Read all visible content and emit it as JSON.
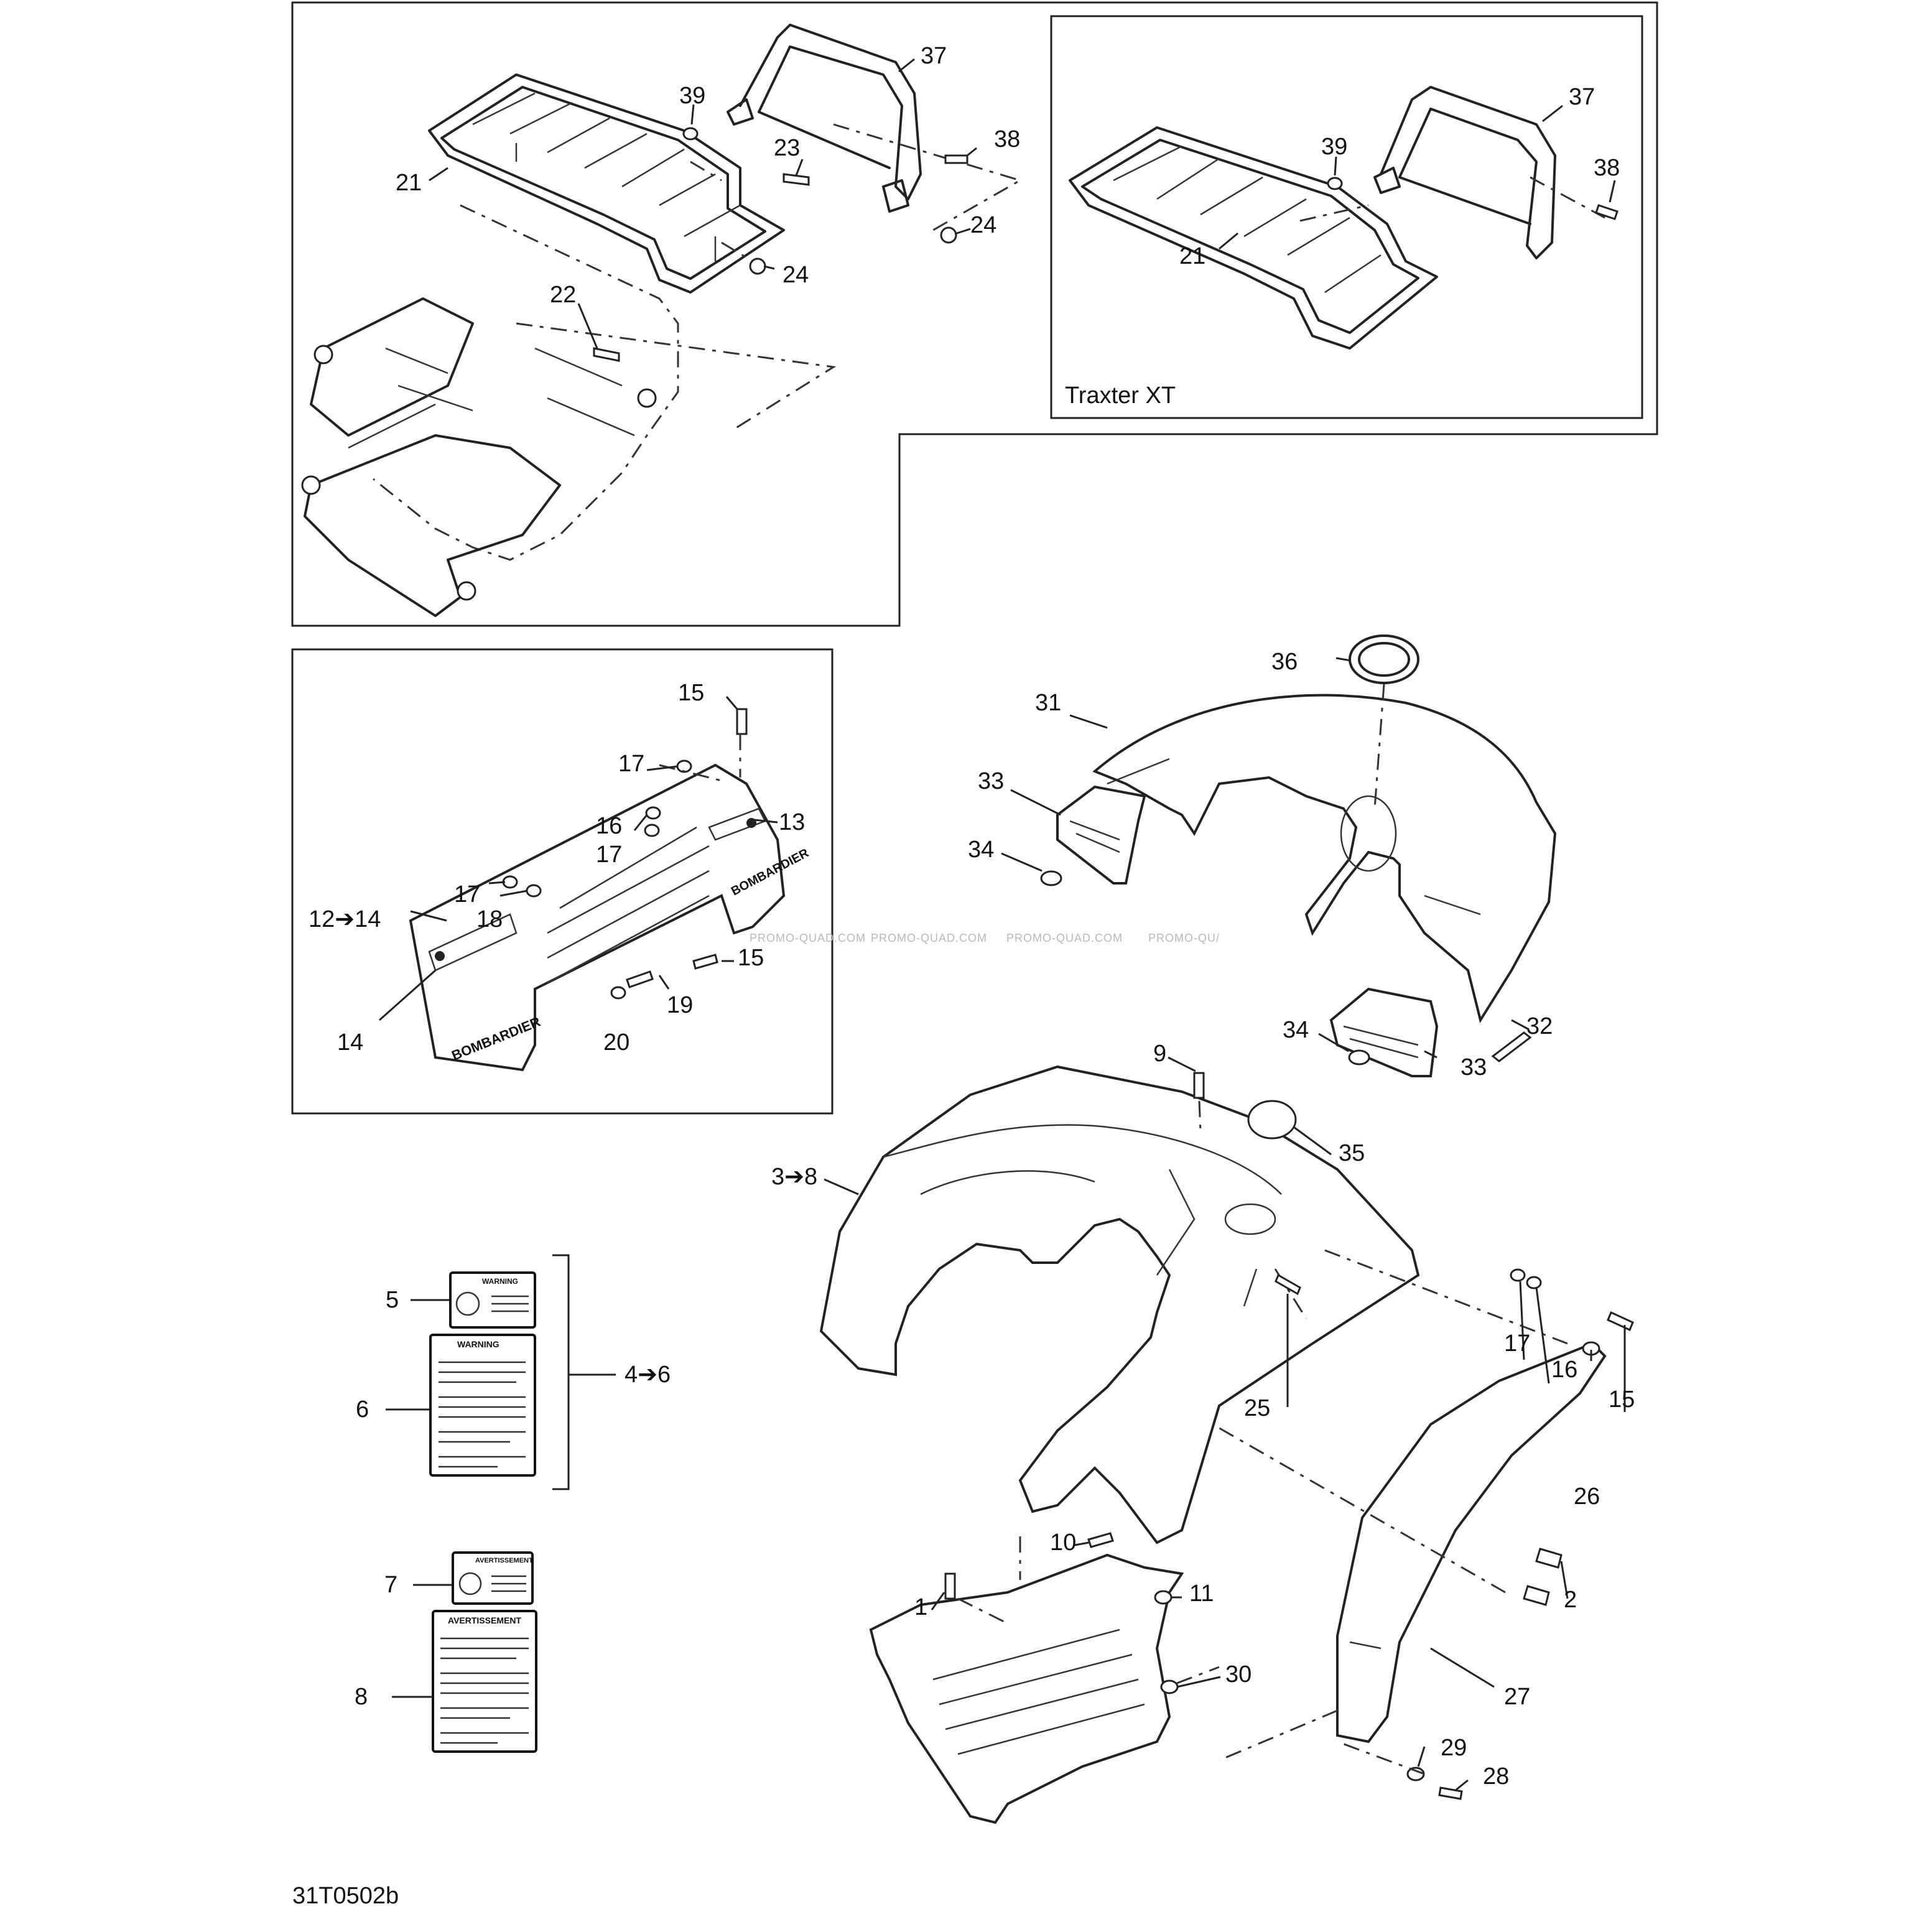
{
  "callouts": {
    "c1": "1",
    "c2": "2",
    "c3_8": "3➔8",
    "c4_6": "4➔6",
    "c5": "5",
    "c6": "6",
    "c7": "7",
    "c8": "8",
    "c9": "9",
    "c10": "10",
    "c11": "11",
    "c12_14": "12➔14",
    "c13": "13",
    "c14": "14",
    "c15a": "15",
    "c15b": "15",
    "c15c": "15",
    "c16a": "16",
    "c16b": "16",
    "c17a": "17",
    "c17b": "17",
    "c17c": "17",
    "c17d": "17",
    "c18": "18",
    "c19": "19",
    "c20": "20",
    "c21a": "21",
    "c21b": "21",
    "c22": "22",
    "c23": "23",
    "c24a": "24",
    "c24b": "24",
    "c25": "25",
    "c26": "26",
    "c27": "27",
    "c28": "28",
    "c29": "29",
    "c30": "30",
    "c31": "31",
    "c32": "32",
    "c33a": "33",
    "c33b": "33",
    "c34a": "34",
    "c34b": "34",
    "c35": "35",
    "c36": "36",
    "c37a": "37",
    "c37b": "37",
    "c38a": "38",
    "c38b": "38",
    "c39a": "39",
    "c39b": "39"
  },
  "inset_title": "Traxter XT",
  "drawing_id": "31T0502b",
  "watermark": [
    "PROMO-QUAD.COM",
    "PROMO-QUAD.COM",
    "PROMO-QUAD.COM",
    "PROMO-QU/"
  ],
  "decals": {
    "warning_small": "WARNING",
    "warning_large": "WARNING",
    "avert_small": "AVERTISSEMENT",
    "avert_large": "AVERTISSEMENT",
    "brand": "BOMBARDIER"
  },
  "colors": {
    "line": "#222222",
    "background": "#ffffff",
    "watermark": "#b8b8b8"
  }
}
